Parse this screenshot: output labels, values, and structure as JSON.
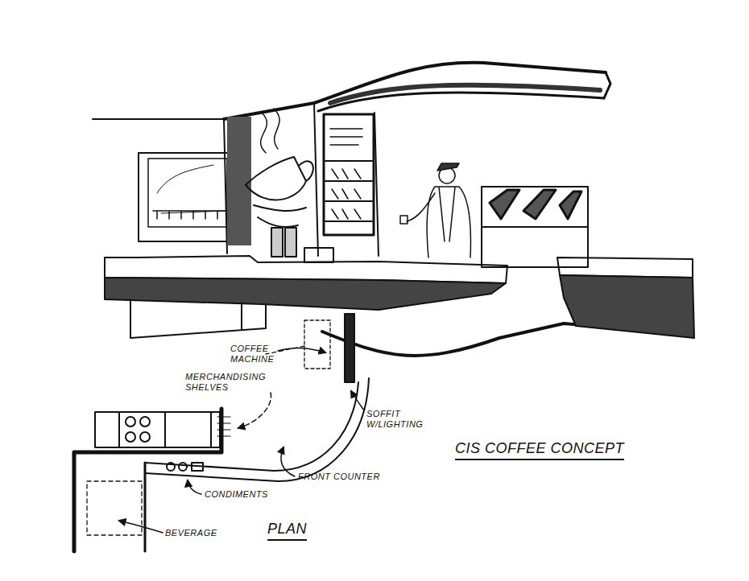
{
  "diagram": {
    "title": "CIS COFFEE CONCEPT",
    "labels": [
      "COFFEE MACHINE",
      "MERCHANDISING SHELVES",
      "SOFFIT W/LIGHTING",
      "FRONT COUNTER",
      "CONDIMENTS",
      "BEVERAGE",
      "PLAN"
    ]
  }
}
